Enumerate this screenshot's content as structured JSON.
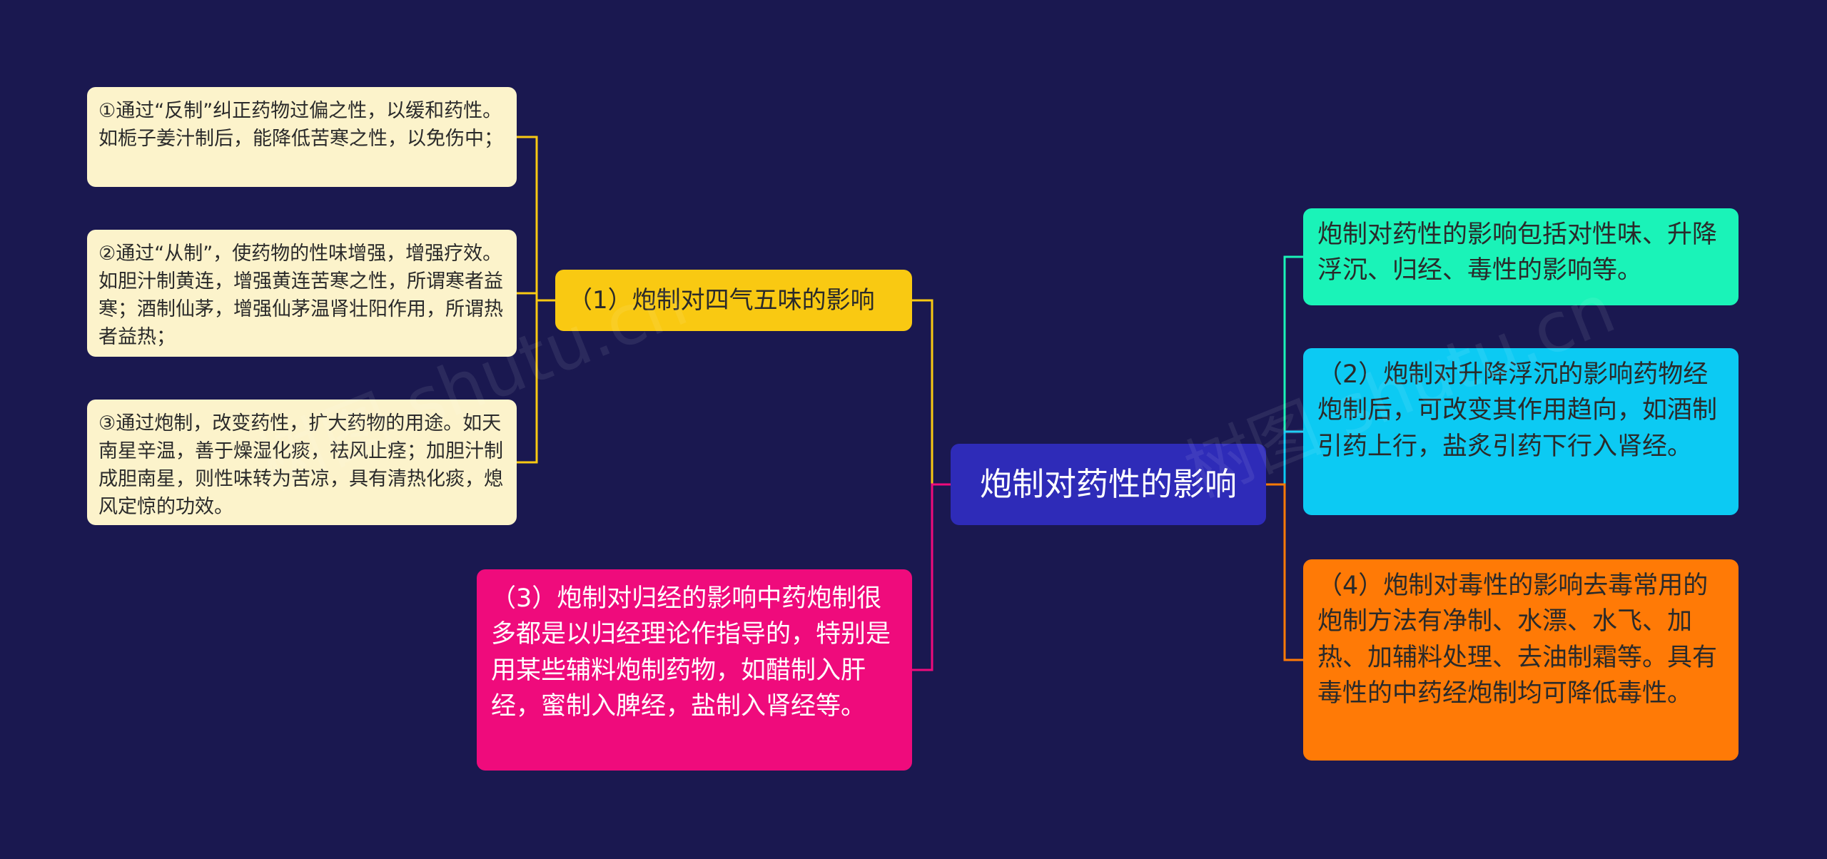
{
  "root": {
    "label": "炮制对药性的影响"
  },
  "left": {
    "branch1": {
      "label": "（1）炮制对四气五味的影响",
      "leaves": [
        "①通过“反制”纠正药物过偏之性，以缓和药性。如栀子姜汁制后，能降低苦寒之性，以免伤中；",
        "②通过“从制”，使药物的性味增强，增强疗效。如胆汁制黄连，增强黄连苦寒之性，所谓寒者益寒；酒制仙茅，增强仙茅温肾壮阳作用，所谓热者益热；",
        "③通过炮制，改变药性，扩大药物的用途。如天南星辛温，善于燥湿化痰，祛风止痉；加胆汁制成胆南星，则性味转为苦凉，具有清热化痰，熄风定惊的功效。"
      ]
    },
    "branch3": {
      "label": "（3）炮制对归经的影响中药炮制很多都是以归经理论作指导的，特别是用某些辅料炮制药物，如醋制入肝经，蜜制入脾经，盐制入肾经等。"
    }
  },
  "right": {
    "items": [
      "炮制对药性的影响包括对性味、升降浮沉、归经、毒性的影响等。",
      "（2）炮制对升降浮沉的影响药物经炮制后，可改变其作用趋向，如酒制引药上行，盐炙引药下行入肾经。",
      "（4）炮制对毒性的影响去毒常用的炮制方法有净制、水漂、水飞、加热、加辅料处理、去油制霜等。具有毒性的中药经炮制均可降低毒性。"
    ]
  },
  "watermark": "树图 shutu.cn",
  "colors": {
    "background": "#1a1850",
    "root": "#2e2bb8",
    "branch1": "#f9c912",
    "leaf": "#fcf3cb",
    "branch3": "#ef0b7c",
    "right1": "#1af3b8",
    "right2": "#0ccaf3",
    "right3": "#ff7a06"
  }
}
